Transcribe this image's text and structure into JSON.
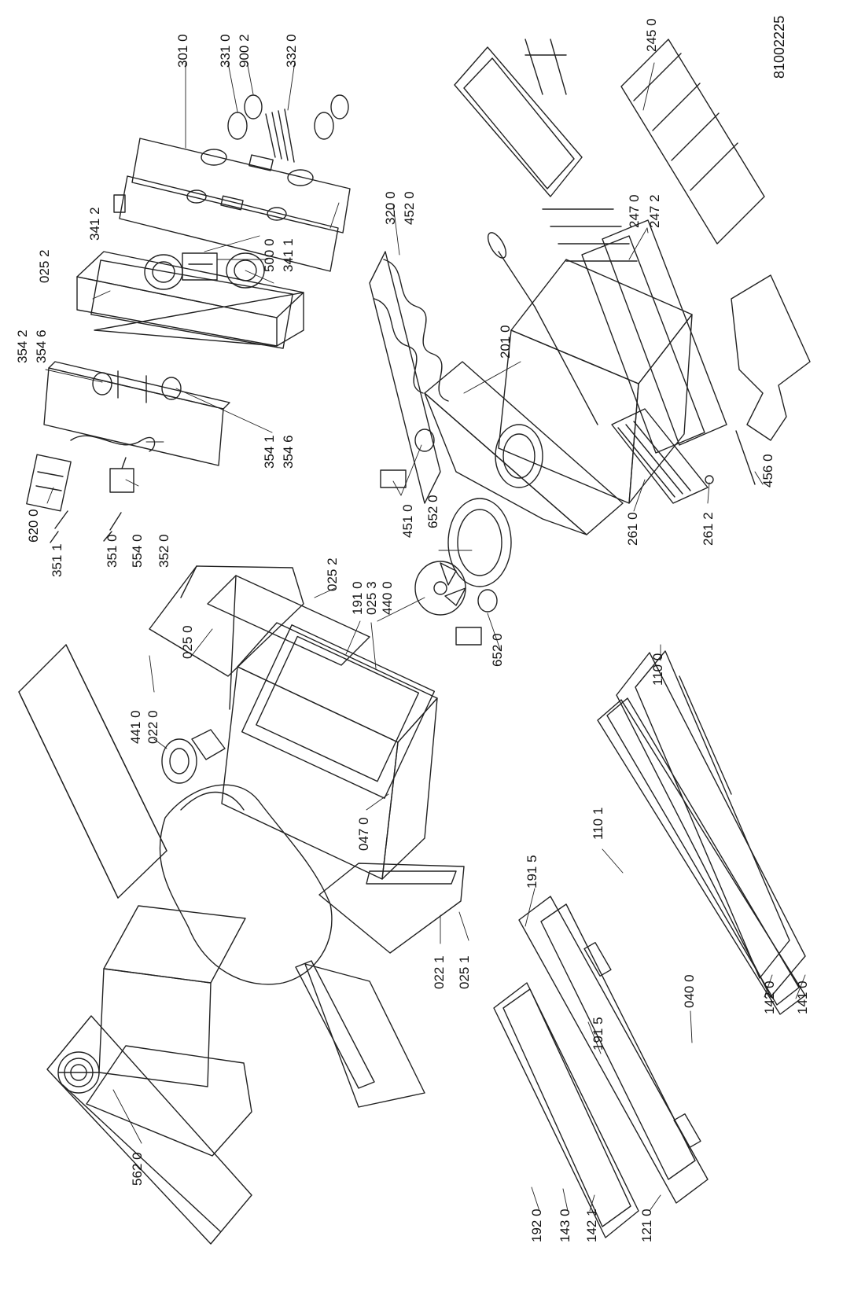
{
  "drawing_id": "81002225",
  "part_labels": [
    {
      "id": "p0252a",
      "text": "025 2"
    },
    {
      "id": "p3412",
      "text": "341 2"
    },
    {
      "id": "p5000",
      "text": "500 0"
    },
    {
      "id": "p3411",
      "text": "341 1"
    },
    {
      "id": "p3200",
      "text": "320 0"
    },
    {
      "id": "p4520",
      "text": "452 0"
    },
    {
      "id": "p3010",
      "text": "301 0"
    },
    {
      "id": "p3310",
      "text": "331 0"
    },
    {
      "id": "p9002",
      "text": "900 2"
    },
    {
      "id": "p3320",
      "text": "332 0"
    },
    {
      "id": "p2450",
      "text": "245 0"
    },
    {
      "id": "p2470",
      "text": "247 0"
    },
    {
      "id": "p2472",
      "text": "247 2"
    },
    {
      "id": "p3542",
      "text": "354 2"
    },
    {
      "id": "p3546a",
      "text": "354 6"
    },
    {
      "id": "p3541",
      "text": "354 1"
    },
    {
      "id": "p3546b",
      "text": "354 6"
    },
    {
      "id": "p2010",
      "text": "201 0"
    },
    {
      "id": "p6520a",
      "text": "652 0"
    },
    {
      "id": "p4510",
      "text": "451 0"
    },
    {
      "id": "p2610",
      "text": "261 0"
    },
    {
      "id": "p2612",
      "text": "261 2"
    },
    {
      "id": "p4560",
      "text": "456 0"
    },
    {
      "id": "p6200",
      "text": "620 0"
    },
    {
      "id": "p3511",
      "text": "351 1"
    },
    {
      "id": "p3510",
      "text": "351 0"
    },
    {
      "id": "p5540",
      "text": "554 0"
    },
    {
      "id": "p3520",
      "text": "352 0"
    },
    {
      "id": "p0252b",
      "text": "025 2"
    },
    {
      "id": "p1910",
      "text": "191 0"
    },
    {
      "id": "p0253",
      "text": "025 3"
    },
    {
      "id": "p4400",
      "text": "440 0"
    },
    {
      "id": "p0250",
      "text": "025 0"
    },
    {
      "id": "p6520b",
      "text": "652 0"
    },
    {
      "id": "p4410",
      "text": "441 0"
    },
    {
      "id": "p0220",
      "text": "022 0"
    },
    {
      "id": "p0470",
      "text": "047 0"
    },
    {
      "id": "p1100",
      "text": "110 0"
    },
    {
      "id": "p1101",
      "text": "110 1"
    },
    {
      "id": "p0221",
      "text": "022 1"
    },
    {
      "id": "p0251",
      "text": "025 1"
    },
    {
      "id": "p1915a",
      "text": "191 5"
    },
    {
      "id": "p1915b",
      "text": "191 5"
    },
    {
      "id": "p0400",
      "text": "040 0"
    },
    {
      "id": "p1420",
      "text": "142 0"
    },
    {
      "id": "p1410",
      "text": "141 0"
    },
    {
      "id": "p5620",
      "text": "562 0"
    },
    {
      "id": "p1920",
      "text": "192 0"
    },
    {
      "id": "p1430",
      "text": "143 0"
    },
    {
      "id": "p1421",
      "text": "142 1"
    },
    {
      "id": "p1210",
      "text": "121 0"
    }
  ]
}
